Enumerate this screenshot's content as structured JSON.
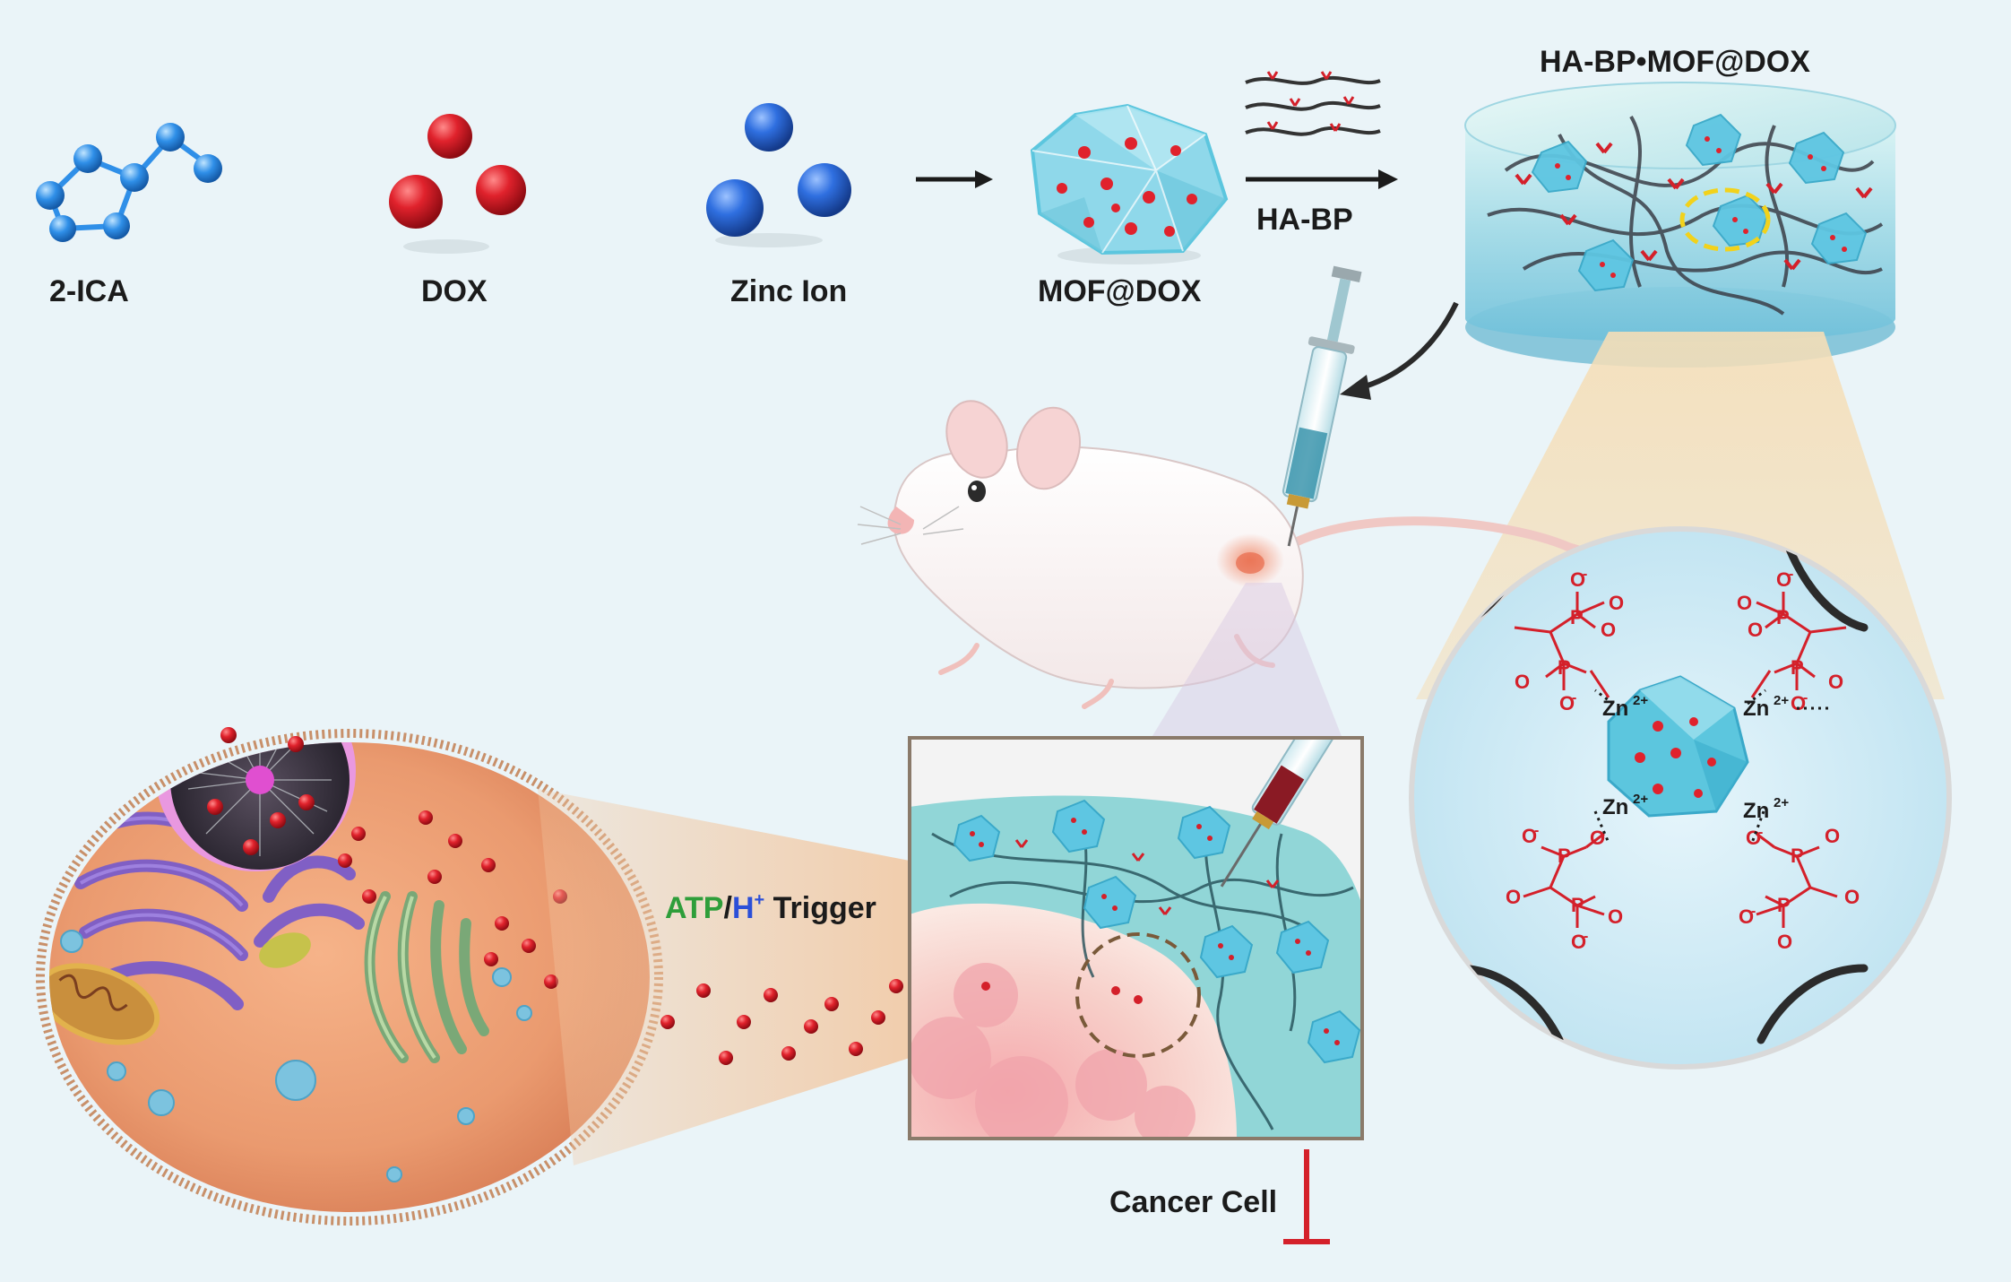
{
  "labels": {
    "ica": "2-ICA",
    "dox": "DOX",
    "zinc": "Zinc Ion",
    "mof": "MOF@DOX",
    "habp": "HA-BP",
    "hydrogel": "HA-BP•MOF@DOX",
    "cancer": "Cancer Cell"
  },
  "trigger": {
    "atp": "ATP",
    "slash": "/",
    "h": "H",
    "plus": "+",
    "word": " Trigger"
  },
  "chem": {
    "o": "O",
    "ominus": "O",
    "p": "P",
    "minus": "-",
    "zn": "Zn",
    "charge": "2+"
  },
  "colors": {
    "dox_red": "#d4202a",
    "zinc_blue": "#2f6fe0",
    "ica_blue": "#2f8fe8",
    "mof_cyan": "#5cc6de",
    "atp_green": "#2e9e3a",
    "h_blue": "#2b4fd8",
    "inhibit_red": "#d4202a"
  }
}
